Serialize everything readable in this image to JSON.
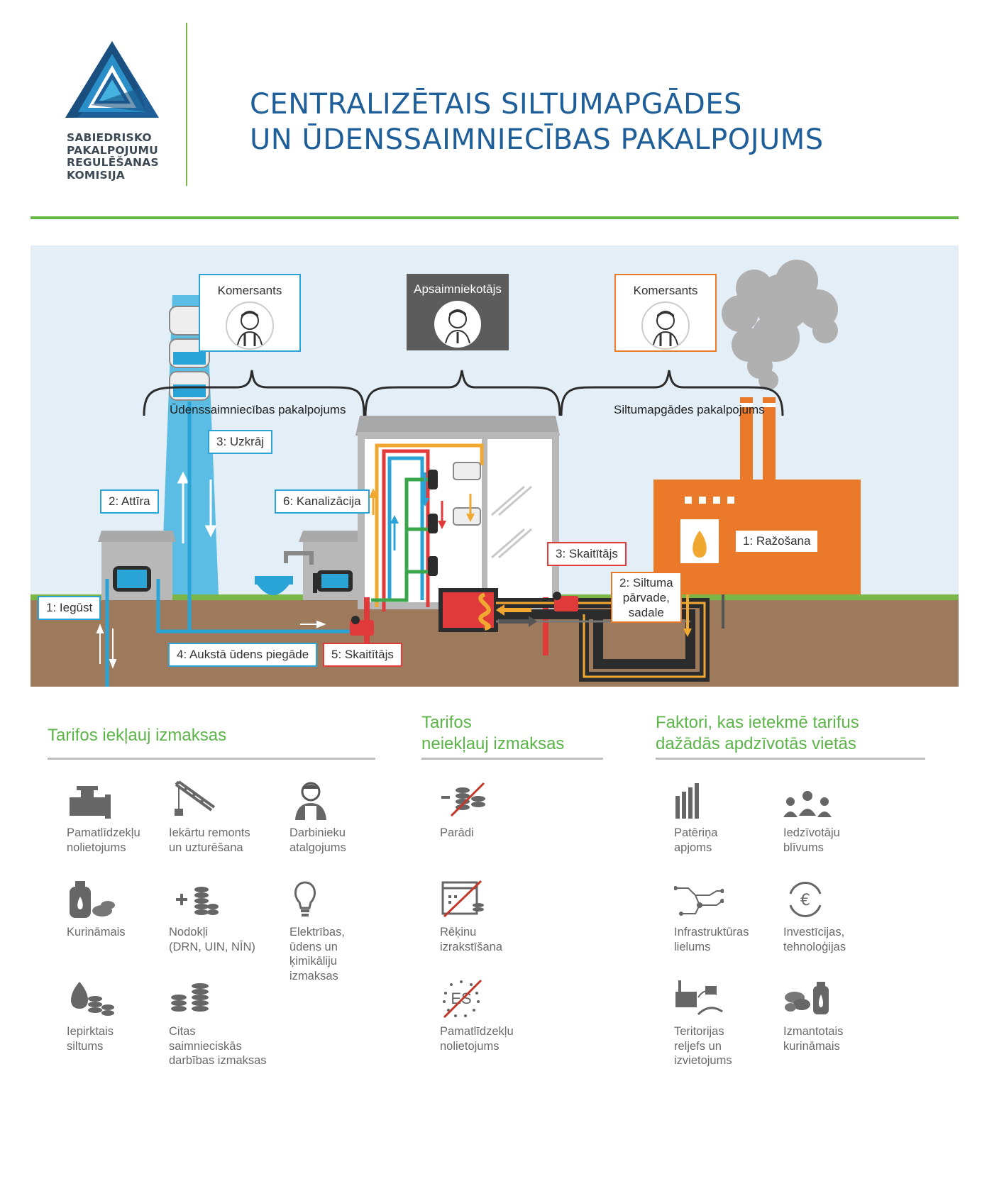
{
  "header": {
    "org_name": "SABIEDRISKO\nPAKALPOJUMU\nREGULĒŠANAS\nKOMISIJA",
    "title_line1": "CENTRALIZĒTAIS SILTUMAPGĀDES",
    "title_line2": "UN ŪDENSSAIMNIECĪBAS PAKALPOJUMS"
  },
  "diagram": {
    "roles": {
      "left": "Komersants",
      "center": "Apsaimniekotājs",
      "right": "Komersants"
    },
    "services": {
      "water": "Ūdenssaimniecības pakalpojums",
      "heat": "Siltumapgādes pakalpojums"
    },
    "labels": {
      "iegust": "1: Iegūst",
      "attira": "2: Attīra",
      "uzkraj": "3: Uzkrāj",
      "piegade": "4: Aukstā ūdens piegāde",
      "skaititajs_water": "5: Skaitītājs",
      "kanalizacija": "6: Kanalizācija",
      "razosana": "1: Ražošana",
      "parvade": "2: Siltuma\npārvade,\nsadale",
      "skaititajs_heat": "3: Skaitītājs"
    },
    "colors": {
      "sky": "#e4eef6",
      "soil": "#9d7a5b",
      "grass": "#7ab648",
      "water": "#2aa3d6",
      "heat_orange": "#ea7a2a",
      "building_gray": "#b8b8b8",
      "pipe_red": "#e03a3a",
      "pipe_green": "#3aa54a",
      "pipe_yellow": "#f0a830"
    }
  },
  "sections": {
    "included": {
      "title": "Tarifos iekļauj izmaksas",
      "items": [
        {
          "label": "Pamatlīdzekļu\nnolietojums",
          "icon": "pipe-valve-icon"
        },
        {
          "label": "Iekārtu remonts\nun uzturēšana",
          "icon": "crane-icon"
        },
        {
          "label": "Darbinieku\natalgojums",
          "icon": "worker-icon"
        },
        {
          "label": "Kurināmais",
          "icon": "fuel-icon"
        },
        {
          "label": "Nodokļi\n(DRN, UIN, NĪN)",
          "icon": "plus-coins-icon"
        },
        {
          "label": "Elektrības,\nūdens un\nķimikāliju\nizmaksas",
          "icon": "lightbulb-icon"
        },
        {
          "label": "Iepirktais\nsiltums",
          "icon": "flame-coins-icon"
        },
        {
          "label": "Citas\nsaimnieciskās\ndarbības izmaksas",
          "icon": "coins-icon"
        }
      ]
    },
    "excluded": {
      "title": "Tarifos\nneiekļauj izmaksas",
      "items": [
        {
          "label": "Parādi",
          "icon": "minus-coins-crossed-icon"
        },
        {
          "label": "Rēķinu\nizrakstīšana",
          "icon": "invoice-crossed-icon"
        },
        {
          "label": "Pamatlīdzekļu\nnolietojums",
          "icon": "eu-funds-crossed-icon",
          "icon_text": "ES"
        }
      ]
    },
    "factors": {
      "title": "Faktori, kas ietekmē tarifus\ndažādās apdzīvotās vietās",
      "items": [
        {
          "label": "Patēriņa\napjoms",
          "icon": "bar-chart-icon"
        },
        {
          "label": "Iedzīvotāju\nblīvums",
          "icon": "people-icon"
        },
        {
          "label": "Infrastruktūras\nlielums",
          "icon": "network-icon"
        },
        {
          "label": "Investīcijas,\ntehnoloģijas",
          "icon": "euro-cycle-icon"
        },
        {
          "label": "Teritorijas\nreljefs un\nizvietojums",
          "icon": "terrain-icon"
        },
        {
          "label": "Izmantotais\nkurināmais",
          "icon": "fuel-icon"
        }
      ]
    }
  }
}
